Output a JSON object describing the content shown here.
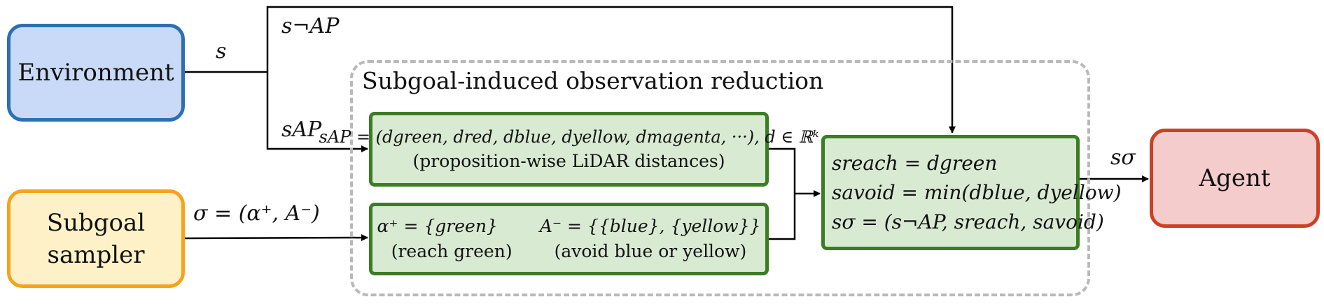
{
  "environment": {
    "label": "Environment"
  },
  "subgoal_sampler": {
    "line1": "Subgoal",
    "line2": "sampler"
  },
  "agent": {
    "label": "Agent"
  },
  "group": {
    "title": "Subgoal-induced observation reduction"
  },
  "edges": {
    "s": "s",
    "s_not_ap": "s¬AP",
    "s_ap": "sAP",
    "sigma": "σ = (α⁺, A⁻)",
    "s_sigma": "sσ"
  },
  "ap_box": {
    "formula": "sAP = (dgreen, dred, dblue, dyellow, dmagenta, ···), d ∈ ℝᵏ",
    "caption": "(proposition-wise LiDAR distances)"
  },
  "subgoal_box": {
    "alpha": "α⁺ = {green}",
    "alpha_caption": "(reach green)",
    "a_minus": "A⁻ = {{blue}, {yellow}}",
    "a_minus_caption": "(avoid blue or yellow)"
  },
  "reduction_box": {
    "line1": "sreach = dgreen",
    "line2": "savoid = min(dblue, dyellow)",
    "line3": "sσ = (s¬AP, sreach, savoid)"
  }
}
